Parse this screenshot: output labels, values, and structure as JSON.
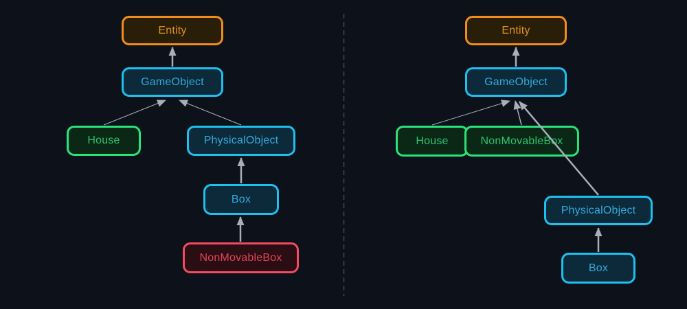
{
  "palette": {
    "background": "#0d1119",
    "arrow": "#a9aeba",
    "divider": "#3d4357",
    "orange": {
      "border": "#f28c1c",
      "fill": "#291f08",
      "text": "#e0901c"
    },
    "cyan": {
      "border": "#1fc0f0",
      "fill": "#0d2a3a",
      "text": "#31aadd"
    },
    "green": {
      "border": "#2ae47a",
      "fill": "#0b2817",
      "text": "#2dc46c"
    },
    "red": {
      "border": "#f54b61",
      "fill": "#2a0e13",
      "text": "#e04458"
    }
  },
  "left_diagram": {
    "nodes": [
      {
        "label": "Entity",
        "type": "orange"
      },
      {
        "label": "GameObject",
        "type": "cyan"
      },
      {
        "label": "House",
        "type": "green"
      },
      {
        "label": "PhysicalObject",
        "type": "cyan"
      },
      {
        "label": "Box",
        "type": "cyan"
      },
      {
        "label": "NonMovableBox",
        "type": "red"
      }
    ],
    "edges": [
      {
        "from": "GameObject",
        "to": "Entity"
      },
      {
        "from": "House",
        "to": "GameObject"
      },
      {
        "from": "PhysicalObject",
        "to": "GameObject"
      },
      {
        "from": "Box",
        "to": "PhysicalObject"
      },
      {
        "from": "NonMovableBox",
        "to": "Box"
      }
    ]
  },
  "right_diagram": {
    "nodes": [
      {
        "label": "Entity",
        "type": "orange"
      },
      {
        "label": "GameObject",
        "type": "cyan"
      },
      {
        "label": "House",
        "type": "green"
      },
      {
        "label": "NonMovableBox",
        "type": "green"
      },
      {
        "label": "PhysicalObject",
        "type": "cyan"
      },
      {
        "label": "Box",
        "type": "cyan"
      }
    ],
    "edges": [
      {
        "from": "GameObject",
        "to": "Entity"
      },
      {
        "from": "House",
        "to": "GameObject"
      },
      {
        "from": "NonMovableBox",
        "to": "GameObject"
      },
      {
        "from": "PhysicalObject",
        "to": "GameObject"
      },
      {
        "from": "Box",
        "to": "PhysicalObject"
      }
    ]
  }
}
